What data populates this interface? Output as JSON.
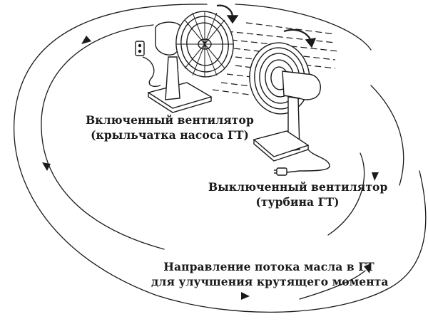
{
  "labels": {
    "on_fan": {
      "line1": "Включенный вентилятор",
      "line2": "(крыльчатка насоса ГТ)"
    },
    "off_fan": {
      "line1": "Выключенный вентилятор",
      "line2": "(турбина ГТ)"
    },
    "flow": {
      "line1": "Направление потока масла в ГТ",
      "line2": "для улучшения крутящего момента"
    }
  },
  "colors": {
    "ink": "#1a1a1a",
    "background": "#ffffff"
  }
}
